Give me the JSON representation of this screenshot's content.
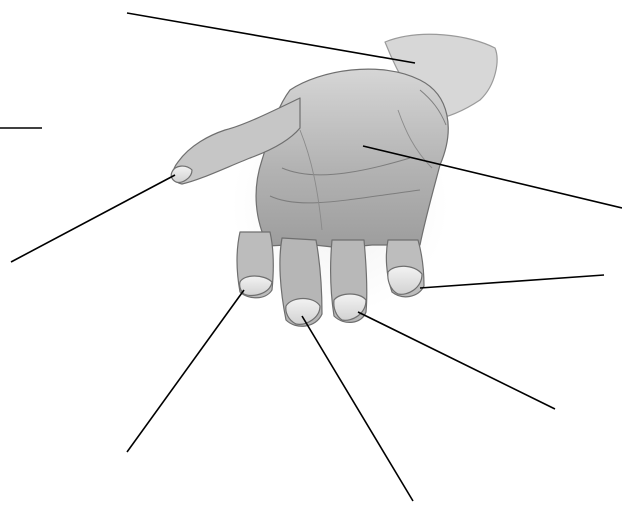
{
  "diagram": {
    "subject": "hand",
    "labels": [
      {
        "id": "wrist",
        "text": ""
      },
      {
        "id": "left-edge",
        "text": ""
      },
      {
        "id": "thumb",
        "text": ""
      },
      {
        "id": "palm",
        "text": ""
      },
      {
        "id": "little-finger",
        "text": ""
      },
      {
        "id": "ring-finger",
        "text": ""
      },
      {
        "id": "middle-finger",
        "text": ""
      },
      {
        "id": "index-finger",
        "text": ""
      }
    ]
  }
}
